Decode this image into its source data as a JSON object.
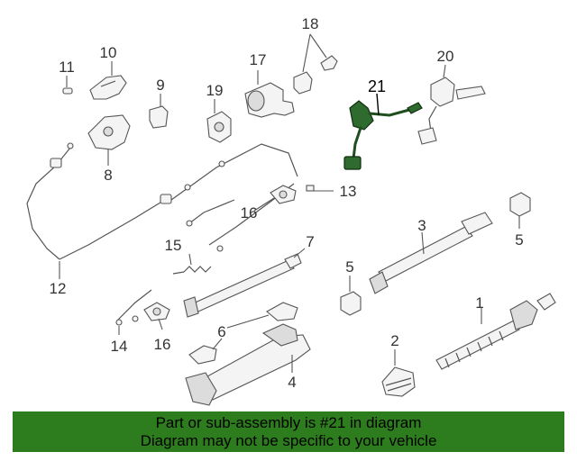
{
  "callouts": {
    "c1": "1",
    "c2": "2",
    "c3": "3",
    "c4": "4",
    "c5a": "5",
    "c5b": "5",
    "c6": "6",
    "c7": "7",
    "c8": "8",
    "c9": "9",
    "c10": "10",
    "c11": "11",
    "c12": "12",
    "c13": "13",
    "c14": "14",
    "c15": "15",
    "c16a": "16",
    "c16b": "16",
    "c17": "17",
    "c18": "18",
    "c19": "19",
    "c20": "20",
    "c21": "21"
  },
  "banner": {
    "line1": "Part or sub-assembly is #21 in diagram",
    "line2": "Diagram may not be specific to your vehicle"
  },
  "colors": {
    "highlight_part": "#2f6b2f",
    "banner_bg": "#2d7d1e"
  }
}
